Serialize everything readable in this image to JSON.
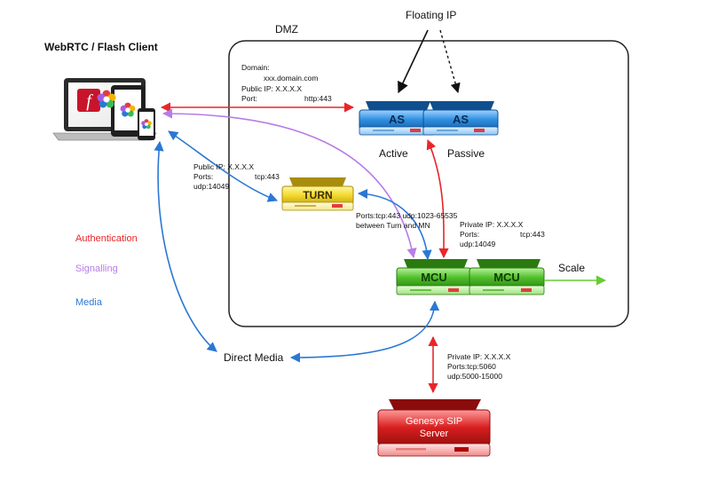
{
  "client": {
    "title": "WebRTC / Flash Client"
  },
  "dmz": {
    "label": "DMZ"
  },
  "floating_ip": {
    "label": "Floating IP"
  },
  "domain_info": {
    "l1": "Domain:",
    "l2": "xxx.domain.com",
    "l3": "Public IP:    X.X.X.X",
    "l4": "Port:",
    "l5": "http:443"
  },
  "servers": {
    "as_active": {
      "name": "AS",
      "caption": "Active"
    },
    "as_passive": {
      "name": "AS",
      "caption": "Passive"
    },
    "turn": {
      "name": "TURN"
    },
    "mcu1": {
      "name": "MCU"
    },
    "mcu2": {
      "name": "MCU"
    },
    "sip": {
      "name_l1": "Genesys SIP",
      "name_l2": "Server"
    }
  },
  "turn_public": {
    "l1": "Public IP:    X.X.X.X",
    "l2": "Ports:",
    "l2b": "tcp:443",
    "l3": "udp:14049"
  },
  "turn_ports": {
    "l1": "Ports:tcp:443 udp:1023-65535",
    "l2": "between Turn and MN"
  },
  "mcu_private": {
    "l1": "Private IP:   X.X.X.X",
    "l2": "Ports:",
    "l2b": "tcp:443",
    "l3": "udp:14049"
  },
  "sip_private": {
    "l1": "Private IP:   X.X.X.X",
    "l2": "Ports:tcp:5060",
    "l3": "udp:5000-15000"
  },
  "scale": {
    "label": "Scale"
  },
  "direct_media": {
    "label": "Direct Media"
  },
  "legend": {
    "authentication": "Authentication",
    "signalling": "Signalling",
    "media": "Media"
  },
  "colors": {
    "authentication": "#e8262a",
    "signalling": "#b77ce8",
    "media": "#2a78d4",
    "scale": "#66cc33",
    "as_server": "#2e8fe0",
    "turn_server": "#f3d930",
    "mcu_server": "#4fbf2a",
    "sip_server": "#d81e1e"
  }
}
